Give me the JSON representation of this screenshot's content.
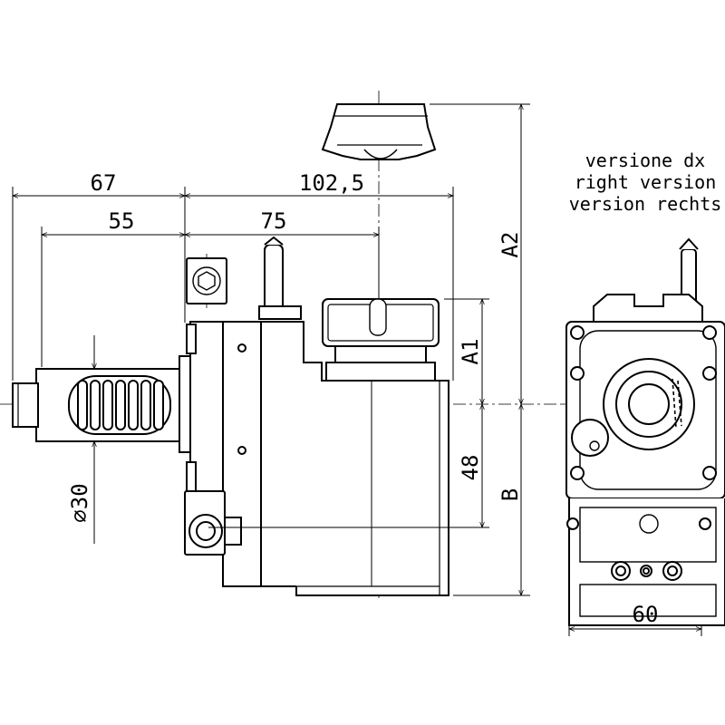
{
  "dimensions": {
    "d67": "67",
    "d102_5": "102,5",
    "d55": "55",
    "d75": "75",
    "diameter30": "⌀30",
    "d48": "48",
    "a1": "A1",
    "a2": "A2",
    "b": "B",
    "d60": "60"
  },
  "version_label": {
    "line1": "versione dx",
    "line2": "right version",
    "line3": "version rechts"
  }
}
